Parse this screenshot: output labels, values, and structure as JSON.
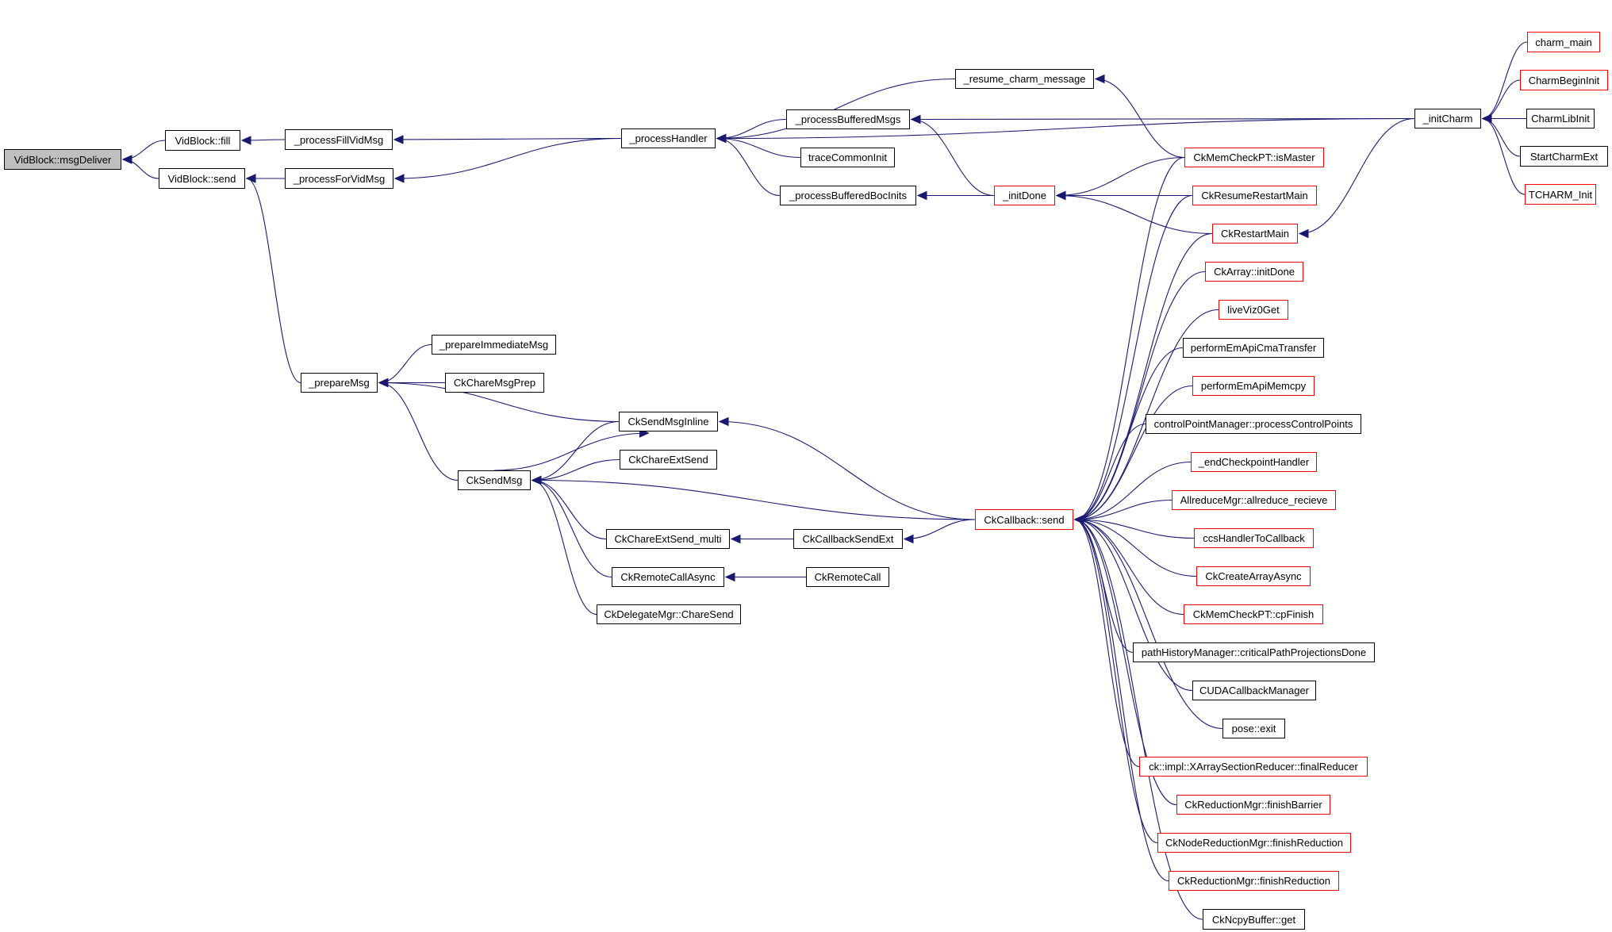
{
  "graph": {
    "type": "caller-graph",
    "root": "VidBlock::msgDeliver",
    "colors": {
      "edge": "#191970",
      "node_border": "#000000",
      "undocumented_border": "#ff0000",
      "root_fill": "#bfbfbf"
    },
    "nodes": {
      "msgDeliver": {
        "label": "VidBlock::msgDeliver",
        "style": "root"
      },
      "fill": {
        "label": "VidBlock::fill",
        "style": "normal"
      },
      "send": {
        "label": "VidBlock::send",
        "style": "normal"
      },
      "processFillVidMsg": {
        "label": "_processFillVidMsg",
        "style": "normal"
      },
      "processForVidMsg": {
        "label": "_processForVidMsg",
        "style": "normal"
      },
      "processHandler": {
        "label": "_processHandler",
        "style": "normal"
      },
      "resumeCharmMessage": {
        "label": "_resume_charm_message",
        "style": "normal"
      },
      "processBufferedMsgs": {
        "label": "_processBufferedMsgs",
        "style": "normal"
      },
      "traceCommonInit": {
        "label": "traceCommonInit",
        "style": "normal"
      },
      "processBufferedBocInits": {
        "label": "_processBufferedBocInits",
        "style": "normal"
      },
      "initDone": {
        "label": "_initDone",
        "style": "red"
      },
      "initCharm": {
        "label": "_initCharm",
        "style": "normal"
      },
      "charmMain": {
        "label": "charm_main",
        "style": "red"
      },
      "charmBeginInit": {
        "label": "CharmBeginInit",
        "style": "red"
      },
      "charmLibInit": {
        "label": "CharmLibInit",
        "style": "normal"
      },
      "startCharmExt": {
        "label": "StartCharmExt",
        "style": "normal"
      },
      "tcharmInit": {
        "label": "TCHARM_Init",
        "style": "red"
      },
      "isMaster": {
        "label": "CkMemCheckPT::isMaster",
        "style": "red"
      },
      "resumeRestartMain": {
        "label": "CkResumeRestartMain",
        "style": "red"
      },
      "restartMain": {
        "label": "CkRestartMain",
        "style": "red"
      },
      "prepareMsg": {
        "label": "_prepareMsg",
        "style": "normal"
      },
      "prepareImmediateMsg": {
        "label": "_prepareImmediateMsg",
        "style": "normal"
      },
      "chareMsgPrep": {
        "label": "CkChareMsgPrep",
        "style": "normal"
      },
      "sendMsgInline": {
        "label": "CkSendMsgInline",
        "style": "normal"
      },
      "chareExtSend": {
        "label": "CkChareExtSend",
        "style": "normal"
      },
      "sendMsg": {
        "label": "CkSendMsg",
        "style": "normal"
      },
      "chareExtSendMulti": {
        "label": "CkChareExtSend_multi",
        "style": "normal"
      },
      "callbackSendExt": {
        "label": "CkCallbackSendExt",
        "style": "normal"
      },
      "remoteCallAsync": {
        "label": "CkRemoteCallAsync",
        "style": "normal"
      },
      "remoteCall": {
        "label": "CkRemoteCall",
        "style": "normal"
      },
      "delegateChareSend": {
        "label": "CkDelegateMgr::ChareSend",
        "style": "normal"
      },
      "callbackSend": {
        "label": "CkCallback::send",
        "style": "red"
      },
      "arrayInitDone": {
        "label": "CkArray::initDone",
        "style": "red"
      },
      "liveViz0Get": {
        "label": "liveViz0Get",
        "style": "red"
      },
      "cmaTransfer": {
        "label": "performEmApiCmaTransfer",
        "style": "normal"
      },
      "emApiMemcpy": {
        "label": "performEmApiMemcpy",
        "style": "red"
      },
      "controlPoints": {
        "label": "controlPointManager::processControlPoints",
        "style": "normal"
      },
      "endCheckpointHandler": {
        "label": "_endCheckpointHandler",
        "style": "red"
      },
      "allreduceRecieve": {
        "label": "AllreduceMgr::allreduce_recieve",
        "style": "red"
      },
      "ccsHandlerToCallback": {
        "label": "ccsHandlerToCallback",
        "style": "red"
      },
      "createArrayAsync": {
        "label": "CkCreateArrayAsync",
        "style": "red"
      },
      "cpFinish": {
        "label": "CkMemCheckPT::cpFinish",
        "style": "red"
      },
      "criticalPath": {
        "label": "pathHistoryManager::criticalPathProjectionsDone",
        "style": "normal"
      },
      "cudaCallback": {
        "label": "CUDACallbackManager",
        "style": "normal"
      },
      "poseExit": {
        "label": "pose::exit",
        "style": "normal"
      },
      "finalReducer": {
        "label": "ck::impl::XArraySectionReducer::finalReducer",
        "style": "red"
      },
      "finishBarrier": {
        "label": "CkReductionMgr::finishBarrier",
        "style": "red"
      },
      "nodeFinishReduction": {
        "label": "CkNodeReductionMgr::finishReduction",
        "style": "red"
      },
      "finishReduction": {
        "label": "CkReductionMgr::finishReduction",
        "style": "red"
      },
      "ncpyGet": {
        "label": "CkNcpyBuffer::get",
        "style": "normal"
      }
    },
    "edges": [
      [
        "fill",
        "msgDeliver"
      ],
      [
        "send",
        "msgDeliver"
      ],
      [
        "processFillVidMsg",
        "fill"
      ],
      [
        "processForVidMsg",
        "send"
      ],
      [
        "prepareMsg",
        "send"
      ],
      [
        "processHandler",
        "processFillVidMsg"
      ],
      [
        "processHandler",
        "processForVidMsg"
      ],
      [
        "initCharm",
        "processHandler"
      ],
      [
        "resumeCharmMessage",
        "processHandler"
      ],
      [
        "processBufferedMsgs",
        "processHandler"
      ],
      [
        "traceCommonInit",
        "processHandler"
      ],
      [
        "processBufferedBocInits",
        "processHandler"
      ],
      [
        "isMaster",
        "resumeCharmMessage"
      ],
      [
        "initCharm",
        "processBufferedMsgs"
      ],
      [
        "initDone",
        "processBufferedMsgs"
      ],
      [
        "initDone",
        "processBufferedBocInits"
      ],
      [
        "isMaster",
        "initDone"
      ],
      [
        "resumeRestartMain",
        "initDone"
      ],
      [
        "restartMain",
        "initDone"
      ],
      [
        "initCharm",
        "restartMain"
      ],
      [
        "charmMain",
        "initCharm"
      ],
      [
        "charmBeginInit",
        "initCharm"
      ],
      [
        "charmLibInit",
        "initCharm"
      ],
      [
        "startCharmExt",
        "initCharm"
      ],
      [
        "tcharmInit",
        "initCharm"
      ],
      [
        "prepareImmediateMsg",
        "prepareMsg"
      ],
      [
        "chareMsgPrep",
        "prepareMsg"
      ],
      [
        "sendMsgInline",
        "prepareMsg"
      ],
      [
        "sendMsg",
        "prepareMsg"
      ],
      [
        "sendMsg",
        "sendMsgInline"
      ],
      [
        "callbackSend",
        "sendMsgInline"
      ],
      [
        "sendMsgInline",
        "sendMsg"
      ],
      [
        "chareExtSend",
        "sendMsg"
      ],
      [
        "callbackSend",
        "sendMsg"
      ],
      [
        "chareExtSendMulti",
        "sendMsg"
      ],
      [
        "remoteCallAsync",
        "sendMsg"
      ],
      [
        "delegateChareSend",
        "sendMsg"
      ],
      [
        "callbackSendExt",
        "chareExtSendMulti"
      ],
      [
        "remoteCall",
        "remoteCallAsync"
      ],
      [
        "callbackSend",
        "callbackSendExt"
      ],
      [
        "isMaster",
        "callbackSend"
      ],
      [
        "resumeRestartMain",
        "callbackSend"
      ],
      [
        "restartMain",
        "callbackSend"
      ],
      [
        "arrayInitDone",
        "callbackSend"
      ],
      [
        "liveViz0Get",
        "callbackSend"
      ],
      [
        "cmaTransfer",
        "callbackSend"
      ],
      [
        "emApiMemcpy",
        "callbackSend"
      ],
      [
        "controlPoints",
        "callbackSend"
      ],
      [
        "endCheckpointHandler",
        "callbackSend"
      ],
      [
        "allreduceRecieve",
        "callbackSend"
      ],
      [
        "ccsHandlerToCallback",
        "callbackSend"
      ],
      [
        "createArrayAsync",
        "callbackSend"
      ],
      [
        "cpFinish",
        "callbackSend"
      ],
      [
        "criticalPath",
        "callbackSend"
      ],
      [
        "cudaCallback",
        "callbackSend"
      ],
      [
        "poseExit",
        "callbackSend"
      ],
      [
        "finalReducer",
        "callbackSend"
      ],
      [
        "finishBarrier",
        "callbackSend"
      ],
      [
        "nodeFinishReduction",
        "callbackSend"
      ],
      [
        "finishReduction",
        "callbackSend"
      ],
      [
        "ncpyGet",
        "callbackSend"
      ]
    ]
  }
}
